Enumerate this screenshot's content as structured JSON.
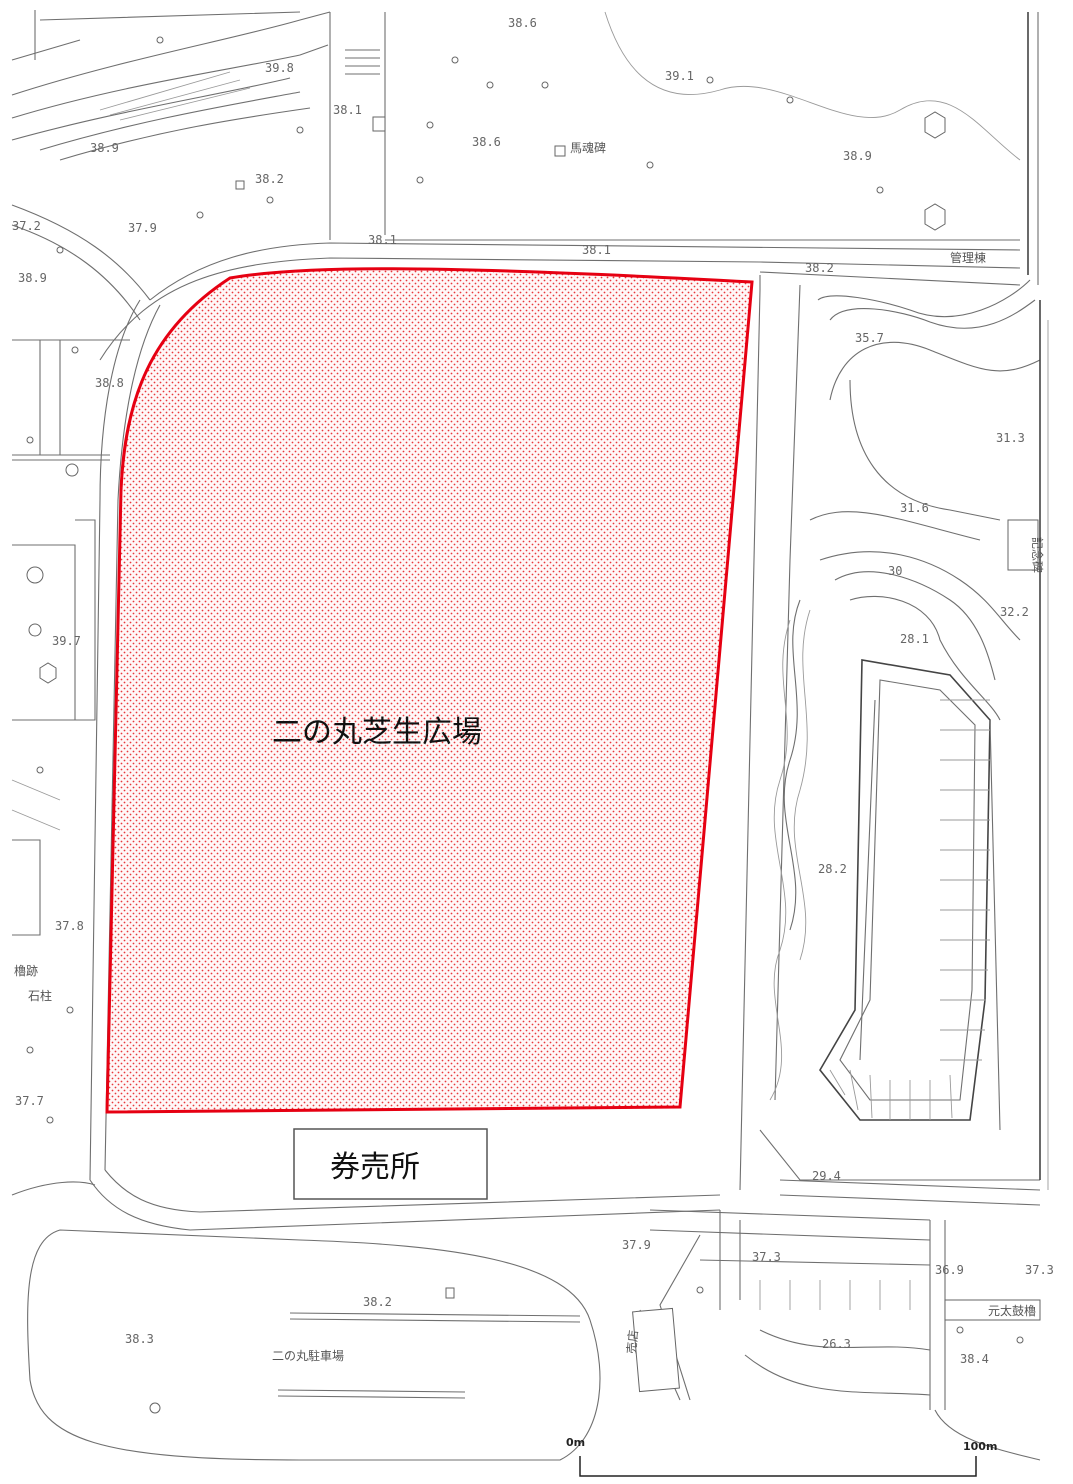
{
  "area": {
    "label": "二の丸芝生広場",
    "outline_color": "#e60012",
    "fill_dot_color": "#e8393c"
  },
  "ticket_office": {
    "label": "券売所"
  },
  "place_labels": {
    "bakonhi": "馬魂碑",
    "kanritou": "管理棟",
    "parking": "二の丸駐車場",
    "sekichu": "石柱",
    "yaguraato": "櫓跡",
    "mototaikoyagura": "元太鼓櫓",
    "baiten": "売店",
    "kinenhi": "記念碑"
  },
  "elevations": [
    {
      "id": "e1",
      "text": "38.6"
    },
    {
      "id": "e2",
      "text": "39.1"
    },
    {
      "id": "e3",
      "text": "38.6"
    },
    {
      "id": "e4",
      "text": "38.9"
    },
    {
      "id": "e5",
      "text": "38.1"
    },
    {
      "id": "e6",
      "text": "38.2"
    },
    {
      "id": "e7",
      "text": "37.9"
    },
    {
      "id": "e8",
      "text": "38.9"
    },
    {
      "id": "e9",
      "text": "38.1"
    },
    {
      "id": "e10",
      "text": "38.1"
    },
    {
      "id": "e11",
      "text": "38.2"
    },
    {
      "id": "e12",
      "text": "35.7"
    },
    {
      "id": "e13",
      "text": "31.3"
    },
    {
      "id": "e14",
      "text": "31.6"
    },
    {
      "id": "e15",
      "text": "30"
    },
    {
      "id": "e16",
      "text": "28.1"
    },
    {
      "id": "e17",
      "text": "32.2"
    },
    {
      "id": "e18",
      "text": "28.2"
    },
    {
      "id": "e19",
      "text": "39.7"
    },
    {
      "id": "e20",
      "text": "37.8"
    },
    {
      "id": "e21",
      "text": "37.7"
    },
    {
      "id": "e22",
      "text": "37.9"
    },
    {
      "id": "e23",
      "text": "37.3"
    },
    {
      "id": "e24",
      "text": "36.9"
    },
    {
      "id": "e25",
      "text": "37.3"
    },
    {
      "id": "e26",
      "text": "38.2"
    },
    {
      "id": "e27",
      "text": "38.3"
    },
    {
      "id": "e28",
      "text": "26.3"
    },
    {
      "id": "e29",
      "text": "38.4"
    },
    {
      "id": "e30",
      "text": "29.4"
    },
    {
      "id": "e31",
      "text": "38.9"
    },
    {
      "id": "e32",
      "text": "38.8"
    },
    {
      "id": "e33",
      "text": "37.2"
    },
    {
      "id": "e34",
      "text": "39.8"
    }
  ],
  "scale_bar": {
    "start_label": "0m",
    "end_label": "100m"
  }
}
